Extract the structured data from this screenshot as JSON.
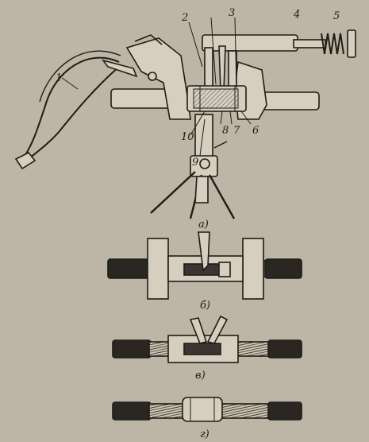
{
  "figure": {
    "labels": [
      "1",
      "2",
      "3",
      "4",
      "5",
      "6",
      "7",
      "8",
      "9",
      "10"
    ],
    "captions": {
      "a": "а)",
      "b": "б)",
      "v": "в)",
      "g": "г)"
    }
  },
  "colors": {
    "paper": "#bdb5a5",
    "ink": "#1f1c17",
    "tool_fill": "#d6cfc0",
    "cable_dark": "#2a2722",
    "weld": "#3a3530"
  }
}
